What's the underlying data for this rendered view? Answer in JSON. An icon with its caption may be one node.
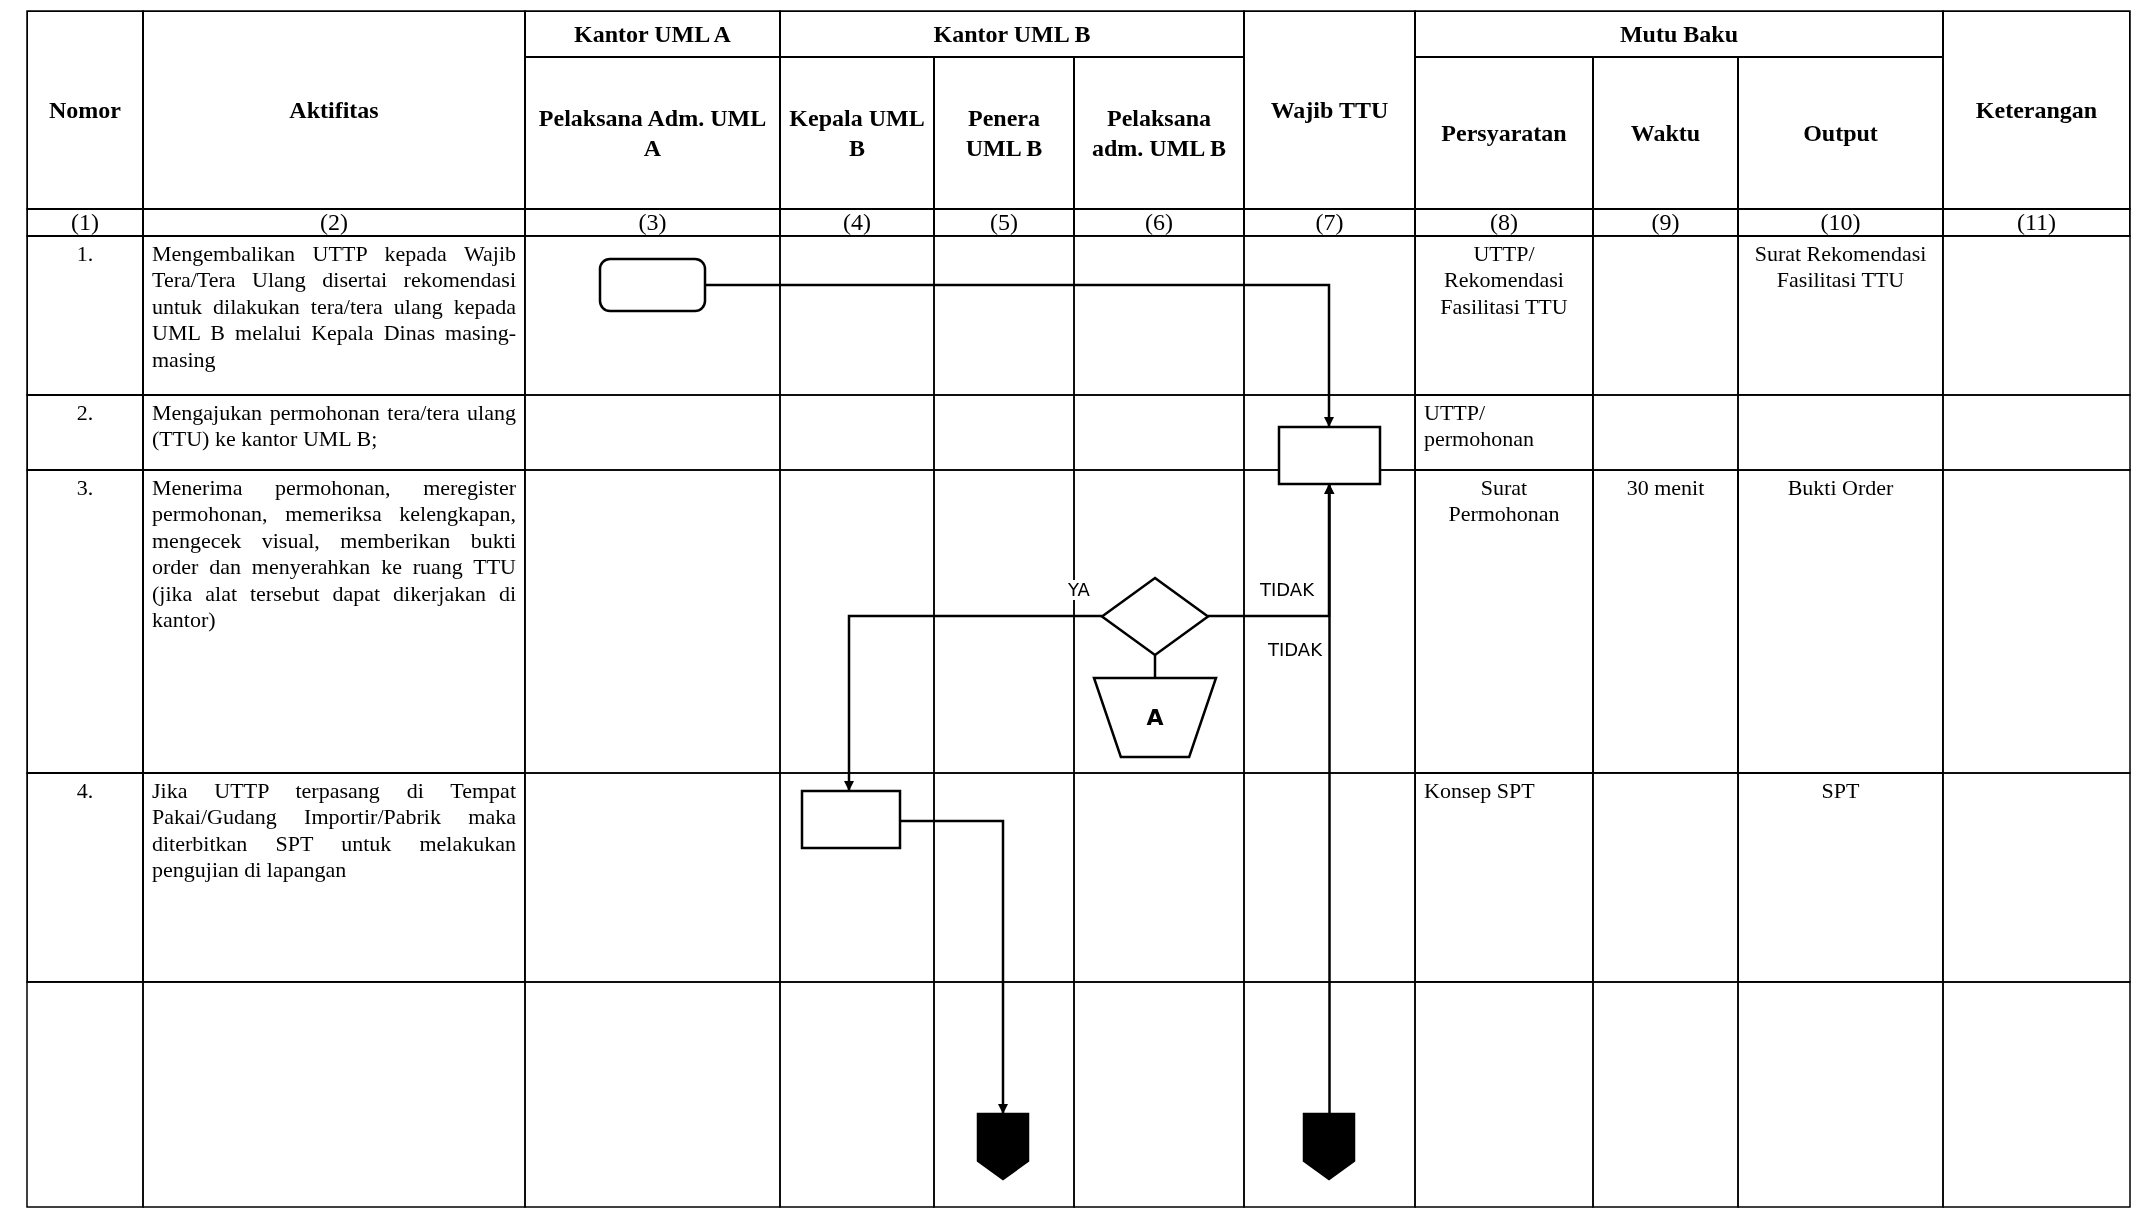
{
  "diagram": {
    "nodes": [
      {
        "text": [],
        "shape": "box"
      },
      {
        "text": [],
        "shape": "box"
      },
      {
        "text": [],
        "shape": "diamond"
      },
      {
        "text": [
          "A"
        ]
      },
      {
        "text": [],
        "shape": "box"
      },
      {
        "text": [],
        "shape": "pentagon"
      },
      {
        "text": [],
        "shape": "pentagon"
      }
    ],
    "edges": [
      {
        "from": 0,
        "to": 1,
        "arrow": "to"
      },
      {
        "from": 2,
        "to": 1,
        "arrow": "to",
        "label": "TIDAK"
      },
      {
        "from": 2,
        "to": 4,
        "arrow": "to",
        "label": "YA"
      },
      {
        "from": 2,
        "to": 3,
        "arrow": "none"
      },
      {
        "from": 4,
        "to": 5,
        "arrow": "to"
      },
      {
        "from": 6,
        "to": 1,
        "arrow": "to"
      }
    ],
    "labels": [
      "Nomor",
      "Aktifitas",
      "Kantor UML A",
      "Pelaksana Adm. UML A",
      "Kantor UML B",
      "Kepala UML B",
      "Penera UML B",
      "Pelaksana adm. UML B",
      "Wajib TTU",
      "Mutu Baku",
      "Persyaratan",
      "Waktu",
      "Output",
      "Keterangan",
      "(1)",
      "(2)",
      "(3)",
      "(4)",
      "(5)",
      "(6)",
      "(7)",
      "(8)",
      "(9)",
      "(10)",
      "(11)",
      "1.",
      "Mengembalikan UTTP kepada Wajib Tera/Tera Ulang disertai rekomendasi untuk dilakukan tera/tera ulang kepada UML B melalui Kepala Dinas masing-masing",
      "UTTP/ Rekomendasi Fasilitasi TTU",
      "Surat Rekomendasi Fasilitasi TTU",
      "2.",
      "Mengajukan permohonan tera/tera ulang (TTU) ke kantor UML B;",
      "UTTP/ permohonan",
      "3.",
      "Menerima permohonan, meregister permohonan, memeriksa kelengkapan, mengecek visual, memberikan bukti order dan menyerahkan ke ruang TTU (jika alat tersebut dapat dikerjakan di kantor)",
      "Surat Permohonan",
      "30 menit",
      "Bukti Order",
      "4.",
      "Jika UTTP terpasang di Tempat Pakai/Gudang Importir/Pabrik maka diterbitkan SPT untuk melakukan pengujian di lapangan",
      "Konsep SPT",
      "SPT",
      "TIDAK"
    ]
  }
}
